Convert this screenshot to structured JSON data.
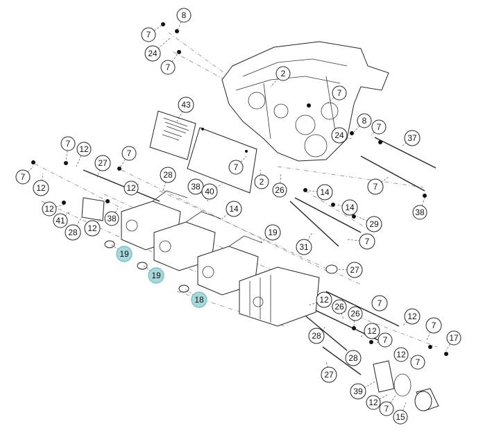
{
  "callouts": [
    {
      "label": "8"
    },
    {
      "label": "7"
    },
    {
      "label": "24"
    },
    {
      "label": "7"
    },
    {
      "label": "2"
    },
    {
      "label": "7"
    },
    {
      "label": "43"
    },
    {
      "label": "8"
    },
    {
      "label": "7"
    },
    {
      "label": "24"
    },
    {
      "label": "37"
    },
    {
      "label": "7"
    },
    {
      "label": "12"
    },
    {
      "label": "27"
    },
    {
      "label": "7"
    },
    {
      "label": "7"
    },
    {
      "label": "12"
    },
    {
      "label": "28"
    },
    {
      "label": "12"
    },
    {
      "label": "38"
    },
    {
      "label": "40"
    },
    {
      "label": "7"
    },
    {
      "label": "2"
    },
    {
      "label": "26"
    },
    {
      "label": "7"
    },
    {
      "label": "12"
    },
    {
      "label": "41"
    },
    {
      "label": "28"
    },
    {
      "label": "12"
    },
    {
      "label": "38"
    },
    {
      "label": "14"
    },
    {
      "label": "14"
    },
    {
      "label": "14"
    },
    {
      "label": "29"
    },
    {
      "label": "31"
    },
    {
      "label": "7"
    },
    {
      "label": "38"
    },
    {
      "label": "19"
    },
    {
      "label": "19"
    },
    {
      "label": "19"
    },
    {
      "label": "18"
    },
    {
      "label": "27"
    },
    {
      "label": "12"
    },
    {
      "label": "26"
    },
    {
      "label": "7"
    },
    {
      "label": "26"
    },
    {
      "label": "28"
    },
    {
      "label": "12"
    },
    {
      "label": "12"
    },
    {
      "label": "7"
    },
    {
      "label": "7"
    },
    {
      "label": "28"
    },
    {
      "label": "7"
    },
    {
      "label": "27"
    },
    {
      "label": "12"
    },
    {
      "label": "39"
    },
    {
      "label": "12"
    },
    {
      "label": "7"
    },
    {
      "label": "15"
    },
    {
      "label": "17"
    }
  ],
  "highlight_color": "#a9d8dc"
}
